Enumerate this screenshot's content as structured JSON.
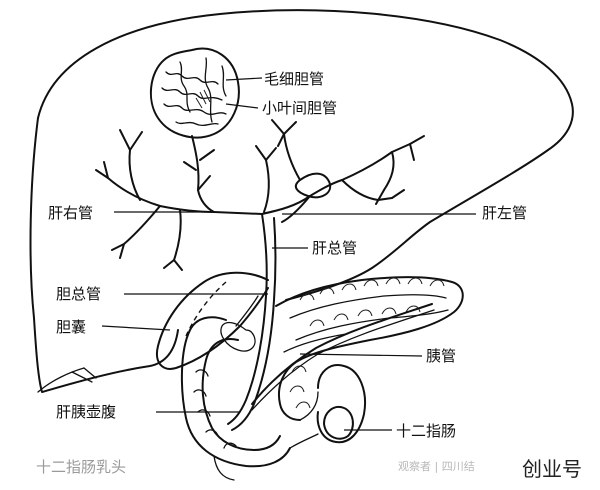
{
  "diagram": {
    "labels": {
      "capillary_bile_duct": "毛细胆管",
      "interlobular_bile_duct": "小叶间胆管",
      "right_hepatic_duct": "肝右管",
      "left_hepatic_duct": "肝左管",
      "common_hepatic_duct": "肝总管",
      "common_bile_duct": "胆总管",
      "gallbladder": "胆囊",
      "pancreatic_duct": "胰管",
      "hepatopancreatic_ampulla": "肝胰壶腹",
      "duodenum": "十二指肠",
      "duodenal_papilla": "十二指肠乳头"
    }
  },
  "watermark": {
    "source_text": "观察者 | 四川结",
    "brand": "创业号"
  }
}
